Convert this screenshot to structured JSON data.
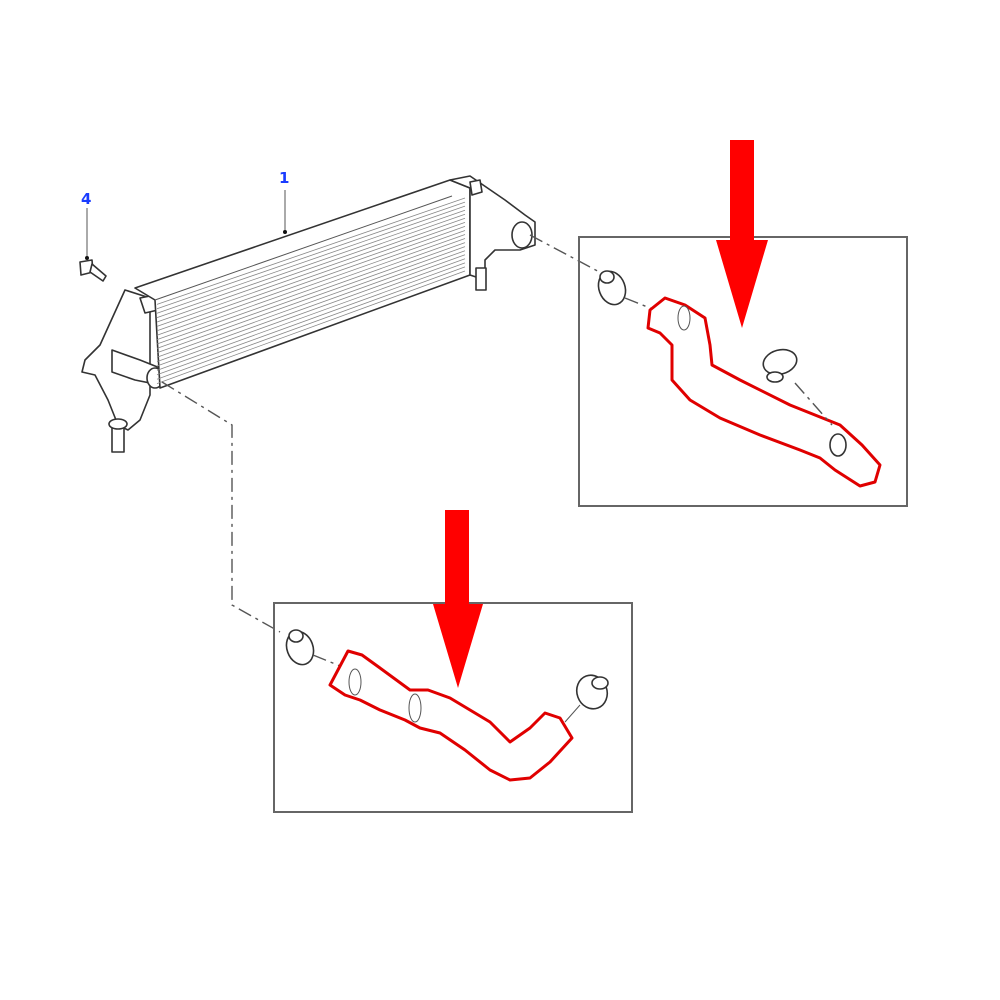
{
  "diagram": {
    "callouts": [
      {
        "id": "1",
        "label": "1",
        "part": "intercooler"
      },
      {
        "id": "4",
        "label": "4",
        "part": "bolt"
      }
    ],
    "colors": {
      "callout": "#1a3cff",
      "highlight": "#ff0000",
      "line": "#333333"
    }
  }
}
